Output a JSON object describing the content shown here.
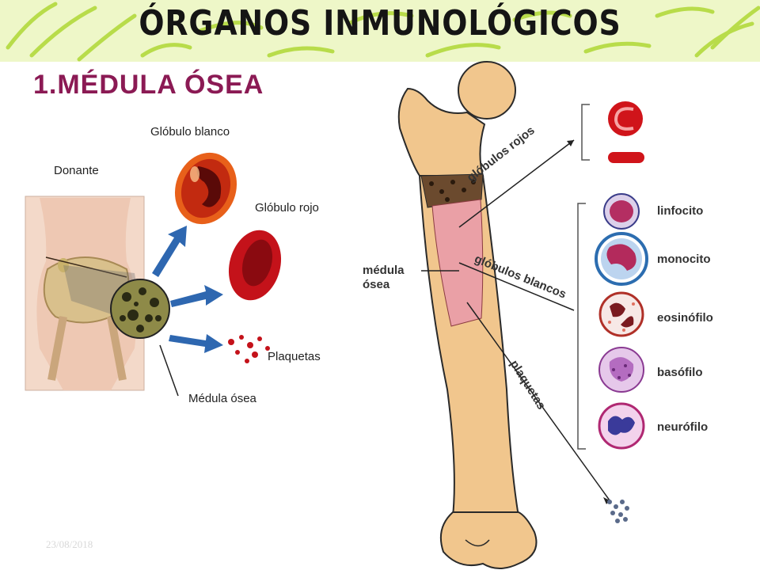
{
  "slide": {
    "title": "ÓRGANOS INMUNOLÓGICOS",
    "subtitle": "1.MÉDULA ÓSEA",
    "date": "23/08/2018"
  },
  "left_figure": {
    "labels": {
      "donor": "Donante",
      "white_cell": "Glóbulo blanco",
      "red_cell": "Glóbulo rojo",
      "platelets": "Plaquetas",
      "marrow": "Médula ósea"
    }
  },
  "right_figure": {
    "labels": {
      "marrow": "médula",
      "marrow_2": "ósea",
      "red_cells": "glóbulos rojos",
      "white_cells": "glóbulos blancos",
      "platelets": "plaquetas"
    },
    "cells": [
      {
        "label": "linfocito"
      },
      {
        "label": "monocito"
      },
      {
        "label": "eosinófilo"
      },
      {
        "label": "basófilo"
      },
      {
        "label": "neurófilo"
      }
    ]
  },
  "colors": {
    "banner_bg": "#eef7c8",
    "banner_stroke": "#b8dc4a",
    "subtitle": "#8b1a54",
    "bone": "#f1c68d",
    "marrow_pink": "#eaa0a6",
    "red_cell": "#d0141a"
  }
}
